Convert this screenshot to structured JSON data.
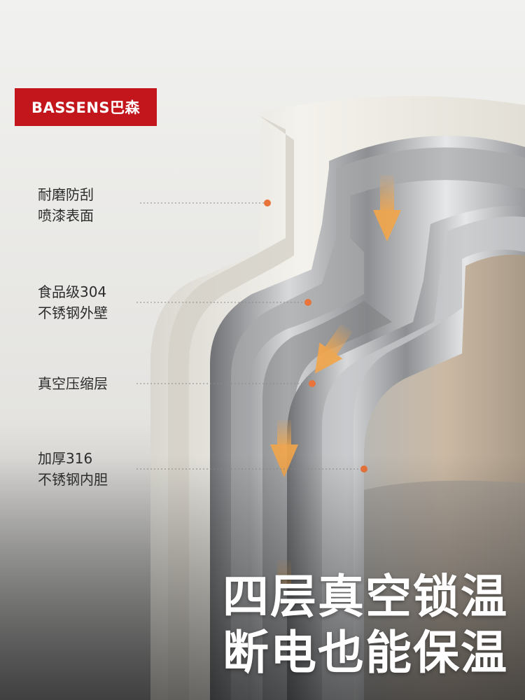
{
  "brand": {
    "logo_text": "BASSENS巴森",
    "color": "#c3161c"
  },
  "labels": [
    {
      "line1": "耐磨防刮",
      "line2": "喷漆表面"
    },
    {
      "line1": "食品级304",
      "line2": "不锈钢外壁"
    },
    {
      "line1": "真空压缩层",
      "line2": ""
    },
    {
      "line1": "加厚316",
      "line2": "不锈钢内胆"
    }
  ],
  "headline": {
    "line1": "四层真空锁温",
    "line2": "断电也能保温"
  },
  "colors": {
    "marker_dot": "#e8743b",
    "arrow": "#f3a64a",
    "shell": "#efece4"
  }
}
